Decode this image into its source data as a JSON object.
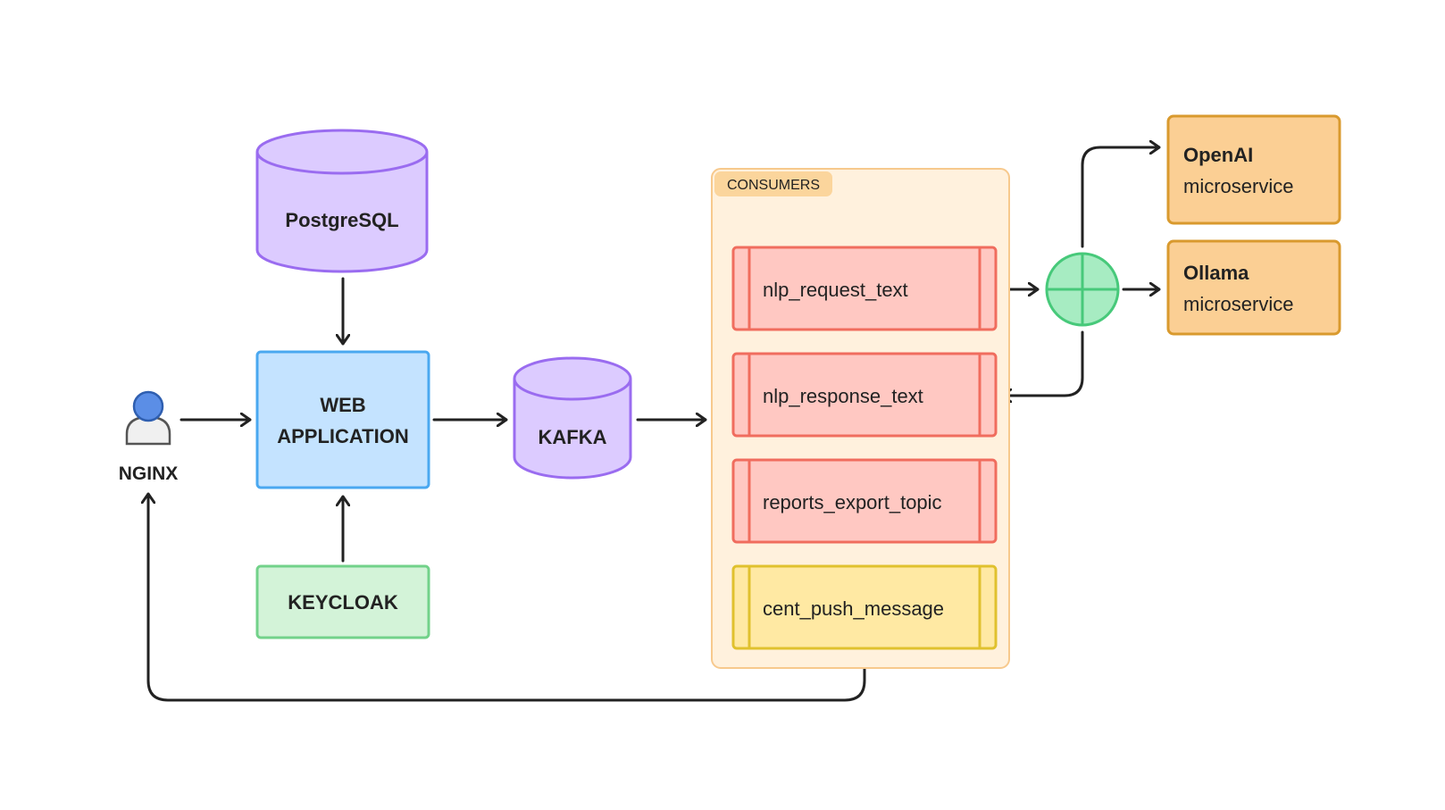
{
  "nodes": {
    "postgres": "PostgreSQL",
    "webapp": [
      "WEB",
      "APPLICATION"
    ],
    "kafka": "KAFKA",
    "keycloak": "KEYCLOAK",
    "nginx": "NGINX",
    "consumers_label": "CONSUMERS",
    "topics": [
      "nlp_request_text",
      "nlp_response_text",
      "reports_export_topic",
      "cent_push_message"
    ],
    "openai": {
      "title": "OpenAI",
      "subtitle": "microservice"
    },
    "ollama": {
      "title": "Ollama",
      "subtitle": "microservice"
    }
  },
  "colors": {
    "db_fill": "#dccbff",
    "db_stroke": "#9a6cf0",
    "web_fill": "#c4e3ff",
    "web_stroke": "#4aa8f0",
    "kc_fill": "#d3f3d8",
    "kc_stroke": "#72d28a",
    "topic_fill": "#ffc8c2",
    "topic_stroke": "#f06d5e",
    "topic_yellow_fill": "#ffe9a3",
    "topic_yellow_stroke": "#e0c12e",
    "consumers_fill": "#fff1dd",
    "consumers_stroke": "#f7c98d",
    "ms_fill": "#fbcf94",
    "ms_stroke": "#d99a2e",
    "router_fill": "#a7ecc2",
    "router_stroke": "#47c97a",
    "arrow": "#222222"
  }
}
